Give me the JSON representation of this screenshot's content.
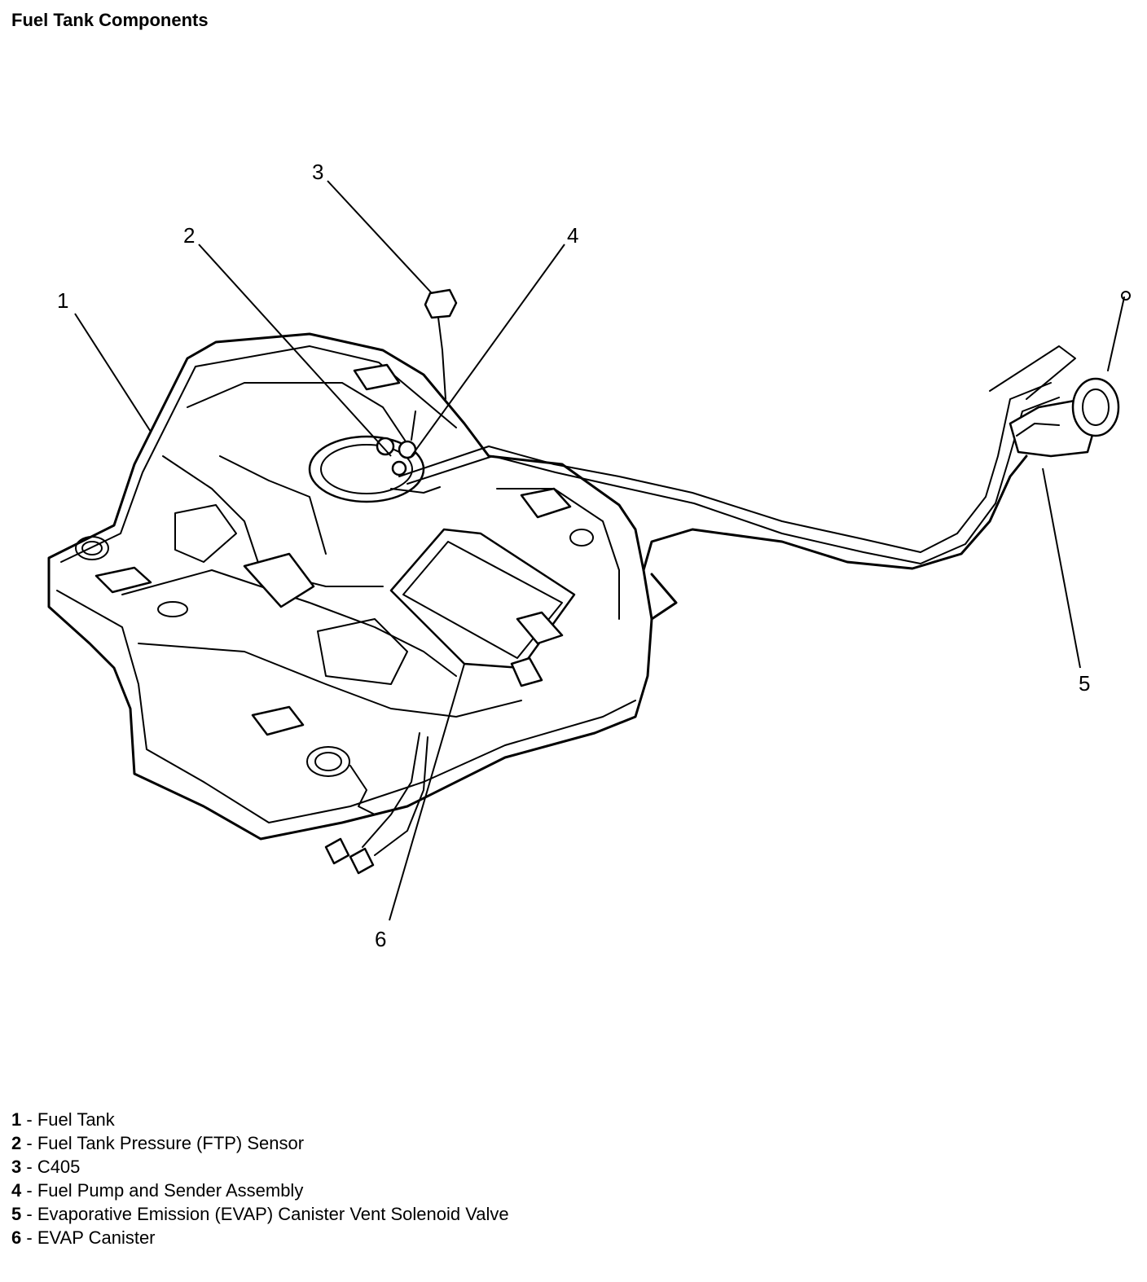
{
  "title": "Fuel Tank Components",
  "callouts": [
    "1",
    "2",
    "3",
    "4",
    "5",
    "6"
  ],
  "legend": [
    {
      "num": "1",
      "sep": " - ",
      "text": "Fuel Tank"
    },
    {
      "num": "2",
      "sep": " - ",
      "text": "Fuel Tank Pressure (FTP) Sensor"
    },
    {
      "num": "3",
      "sep": " - ",
      "text": "C405"
    },
    {
      "num": "4",
      "sep": " - ",
      "text": "Fuel Pump and Sender Assembly"
    },
    {
      "num": "5",
      "sep": " - ",
      "text": "Evaporative Emission (EVAP) Canister Vent Solenoid Valve"
    },
    {
      "num": "6",
      "sep": " - ",
      "text": "EVAP Canister"
    }
  ]
}
